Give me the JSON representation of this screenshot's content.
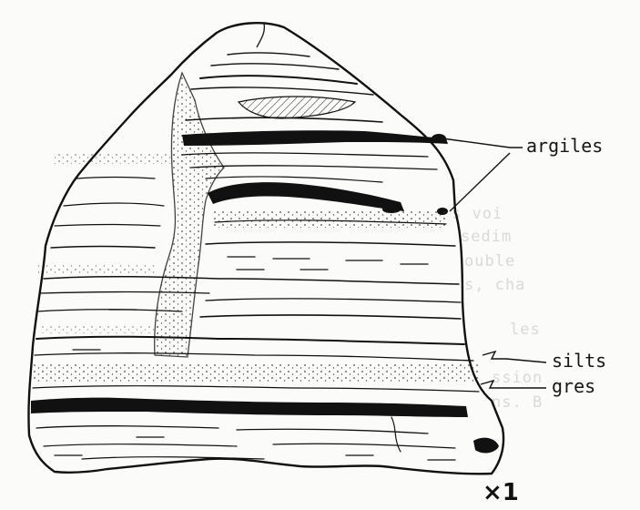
{
  "labels": {
    "argiles": "argiles",
    "silts": "silts",
    "gres": "gres",
    "scale": "×1"
  },
  "bleed_through_text": [
    "s voi",
    "sedim",
    "ouble",
    "s, cha",
    "les",
    "ssion",
    "ns. B"
  ],
  "colors": {
    "paper": "#fbfbf9",
    "ink": "#111111",
    "bleed": "#d9d9d6"
  }
}
